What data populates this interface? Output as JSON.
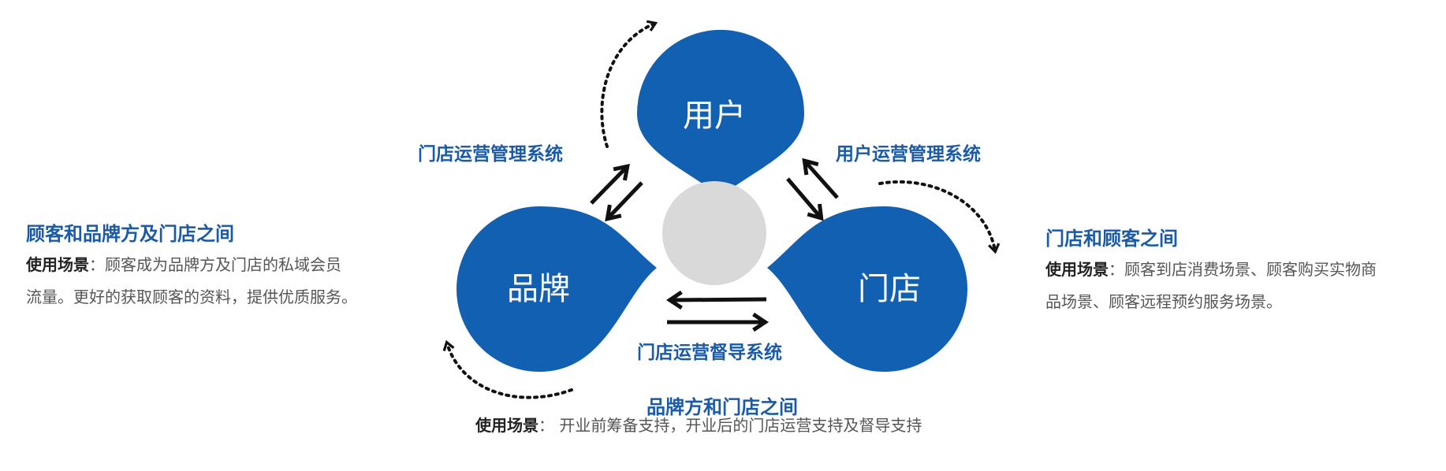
{
  "colors": {
    "node_blue": "#1160b2",
    "center_gray": "#d9d9d9",
    "label_blue": "#1a5aa6",
    "text_gray": "#555555"
  },
  "nodes": {
    "user": "用户",
    "brand": "品牌",
    "store": "门店"
  },
  "systems": {
    "store_ops_mgmt": "门店运营管理系统",
    "user_ops_mgmt": "用户运营管理系统",
    "store_ops_supervision": "门店运营督导系统"
  },
  "left_panel": {
    "title": "顾客和品牌方及门店之间",
    "scene_label": "使用场景",
    "line1": "顾客成为品牌方及门店的私域会员",
    "line2": "流量。更好的获取顾客的资料，提供优质服务。"
  },
  "right_panel": {
    "title": "门店和顾客之间",
    "scene_label": "使用场景",
    "line1": "顾客到店消费场景、顾客购买实物商",
    "line2": "品场景、顾客远程预约服务场景。"
  },
  "bottom_panel": {
    "title": "品牌方和门店之间",
    "scene_label": "使用场景",
    "text": "开业前筹备支持，开业后的门店运营支持及督导支持"
  }
}
